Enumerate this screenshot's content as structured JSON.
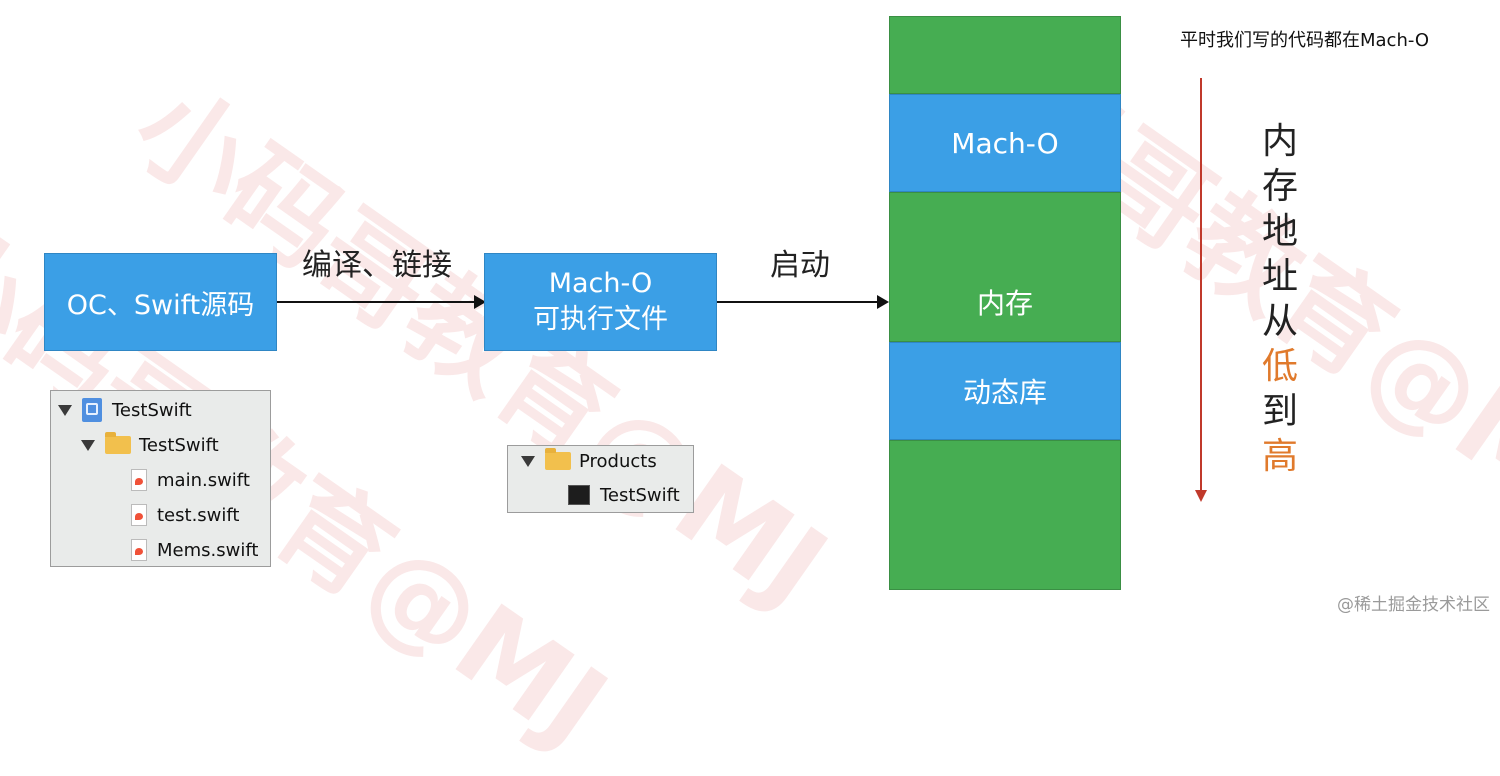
{
  "left_box": {
    "line1": "OC、Swift源码"
  },
  "middle_box": {
    "line1": "Mach-O",
    "line2": "可执行文件"
  },
  "compile_label": "编译、链接",
  "launch_label": "启动",
  "source_tree": {
    "project": "TestSwift",
    "folder": "TestSwift",
    "files": [
      "main.swift",
      "test.swift",
      "Mems.swift"
    ]
  },
  "products_tree": {
    "folder": "Products",
    "item": "TestSwift"
  },
  "memory": {
    "segments": [
      {
        "label": "",
        "color": "#46ad52"
      },
      {
        "label": "Mach-O",
        "color": "#3b9fe6"
      },
      {
        "label": "内存",
        "color": "#46ad52"
      },
      {
        "label": "动态库",
        "color": "#3b9fe6"
      },
      {
        "label": "",
        "color": "#46ad52"
      }
    ]
  },
  "note": "平时我们写的代码都在Mach-O",
  "address_label": [
    "内",
    "存",
    "地",
    "址",
    "从",
    "低",
    "到",
    "高"
  ],
  "address_highlight_color": "#e07a2c",
  "watermark": {
    "text": "小码哥教育@MJ",
    "footer": "@稀土掘金技术社区"
  }
}
